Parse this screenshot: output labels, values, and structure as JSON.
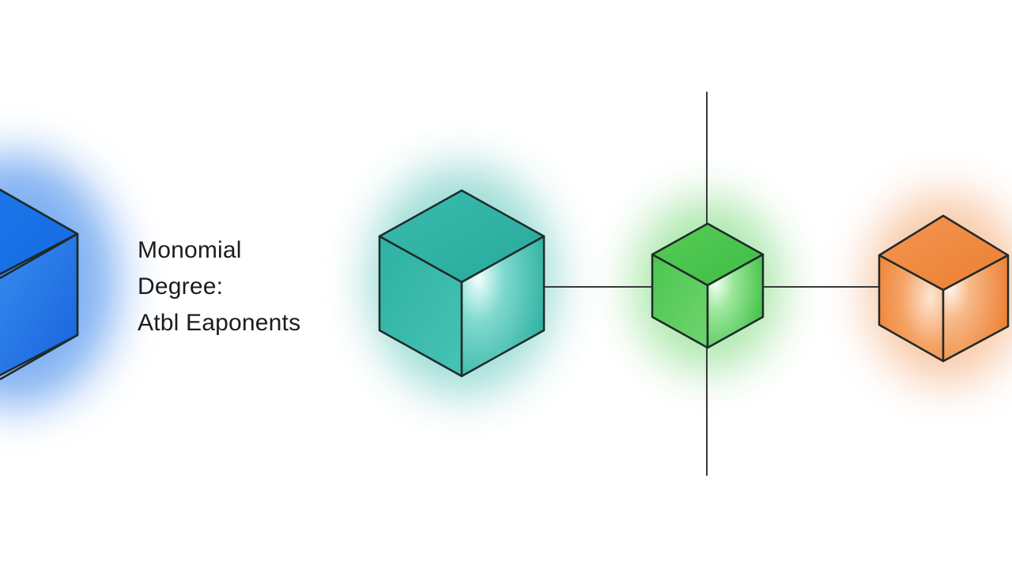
{
  "labels": {
    "line1": "Monomial",
    "line2": "Degree:",
    "line3": "Atbl Eaponents"
  },
  "colors": {
    "blue_cube": "#1a73e8",
    "teal_cube": "#2bb3a6",
    "green_cube": "#4ccb4c",
    "orange_cube": "#f0883e",
    "stroke": "#1f2a2a",
    "connector": "#3a3a3a"
  },
  "nodes": [
    {
      "id": "blue-cube",
      "color": "blue"
    },
    {
      "id": "teal-cube",
      "color": "teal"
    },
    {
      "id": "green-cube",
      "color": "green"
    },
    {
      "id": "orange-cube",
      "color": "orange"
    }
  ]
}
